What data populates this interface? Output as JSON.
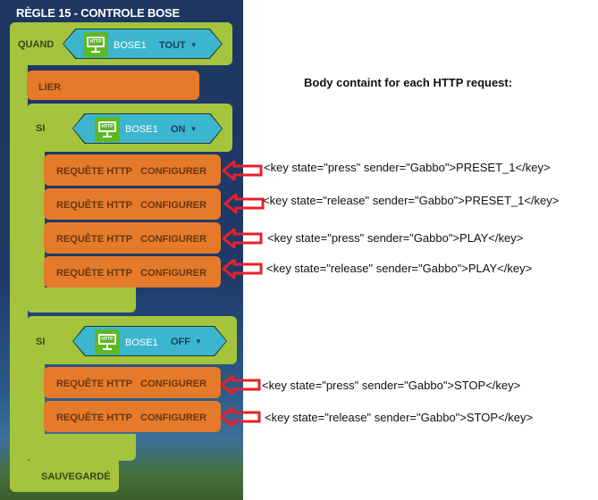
{
  "rule": {
    "title": "RÈGLE 15 - CONTROLE BOSE",
    "when_label": "QUAND",
    "when_device": {
      "icon": "http-monitor-icon",
      "icon_text": "HTTP",
      "name": "BOSE1",
      "state": "TOUT"
    },
    "bind_label": "LIER",
    "if_blocks": [
      {
        "label": "SI",
        "device": {
          "icon": "http-monitor-icon",
          "icon_text": "HTTP",
          "name": "BOSE1",
          "state": "ON"
        },
        "actions": [
          {
            "label": "REQUÊTE HTTP",
            "action": "CONFIGURER"
          },
          {
            "label": "REQUÊTE HTTP",
            "action": "CONFIGURER"
          },
          {
            "label": "REQUÊTE HTTP",
            "action": "CONFIGURER"
          },
          {
            "label": "REQUÊTE HTTP",
            "action": "CONFIGURER"
          }
        ]
      },
      {
        "label": "SI",
        "device": {
          "icon": "http-monitor-icon",
          "icon_text": "HTTP",
          "name": "BOSE1",
          "state": "OFF"
        },
        "actions": [
          {
            "label": "REQUÊTE HTTP",
            "action": "CONFIGURER"
          },
          {
            "label": "REQUÊTE HTTP",
            "action": "CONFIGURER"
          }
        ]
      }
    ],
    "save_status": "SAUVEGARDÉ"
  },
  "annotations": {
    "heading": "Body containt for each HTTP request:",
    "bodies": [
      "<key state=\"press\" sender=\"Gabbo\">PRESET_1</key>",
      "<key state=\"release\" sender=\"Gabbo\">PRESET_1</key>",
      "<key state=\"press\" sender=\"Gabbo\">PLAY</key>",
      "<key state=\"release\" sender=\"Gabbo\">PLAY</key>",
      "<key state=\"press\" sender=\"Gabbo\">STOP</key>",
      "<key state=\"release\" sender=\"Gabbo\">STOP</key>"
    ],
    "arrow_color": "#e8202a"
  },
  "colors": {
    "panel_bg": "#1e3762",
    "block_green": "#a6c33d",
    "block_orange": "#e57b2a",
    "device_blue": "#3cb6cf",
    "http_green": "#5db824"
  }
}
